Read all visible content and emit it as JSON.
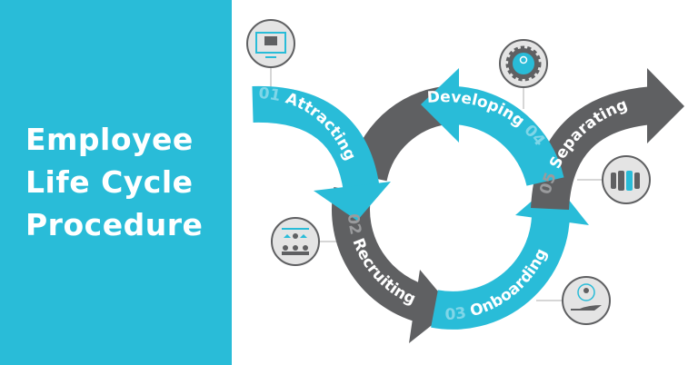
{
  "title": {
    "line1": "Employee",
    "line2": "Life Cycle",
    "line3": "Procedure"
  },
  "colors": {
    "cyan": "#29bcd8",
    "dark": "#5f6062",
    "icon_bg": "#e4e4e4"
  },
  "steps": [
    {
      "num": "01",
      "label": "Attracting",
      "icon": "monitor-presentation-icon"
    },
    {
      "num": "02",
      "label": "Recruiting",
      "icon": "org-hierarchy-icon"
    },
    {
      "num": "03",
      "label": "Onboarding",
      "icon": "hand-person-icon"
    },
    {
      "num": "04",
      "label": "Developing",
      "icon": "gear-people-icon"
    },
    {
      "num": "05",
      "label": "Separating",
      "icon": "group-people-icon"
    }
  ]
}
